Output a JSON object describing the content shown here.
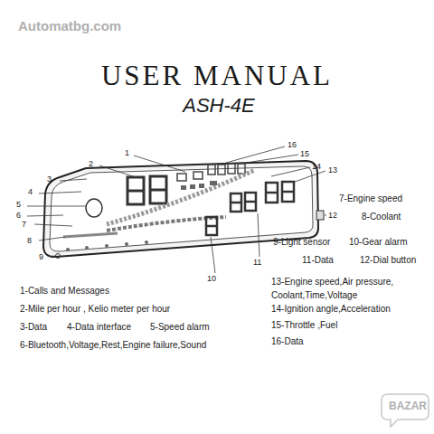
{
  "diagram": {
    "title": "USER MANUAL",
    "labels": [
      "ASH-4E",
      "1",
      "2",
      "3",
      "4",
      "5",
      "6",
      "7",
      "8",
      "9",
      "10",
      "11",
      "12",
      "13",
      "14",
      "15",
      "16",
      "1-Calls and Messages",
      "2-Mile per hour , Kelio meter per hour",
      "3-Data",
      "4-Data interface",
      "5-Speed alarm",
      "6-Bluetooth,Voltage,Rest,Engine failure,Sound",
      "7-Engine speed",
      "8-Coolant",
      "9-Light sensor",
      "10-Gear alarm",
      "11-Data",
      "12-Dial button",
      "13-Engine speed,Air pressure, Coolant,Time,Voltage",
      "14-Ignition angle,Acceleration",
      "15-Throttle ,Fuel",
      "16-Data",
      "Automatbg.com",
      "BAZAR"
    ]
  }
}
